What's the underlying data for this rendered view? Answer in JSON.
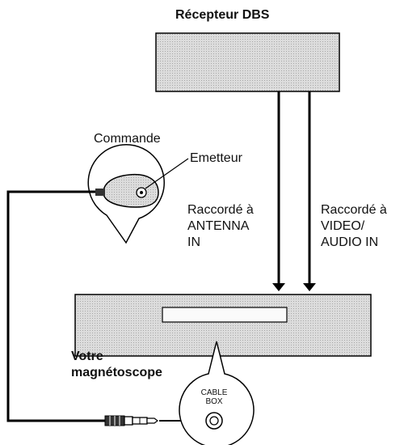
{
  "labels": {
    "dbs_receiver": "Récepteur DBS",
    "commande": "Commande",
    "emetteur": "Emetteur",
    "antenna": "Raccordé à\nANTENNA\nIN",
    "video_audio": "Raccordé à\nVIDEO/\nAUDIO IN",
    "vcr": "Votre\nmagnétoscope",
    "cable_box": "CABLE\nBOX"
  }
}
